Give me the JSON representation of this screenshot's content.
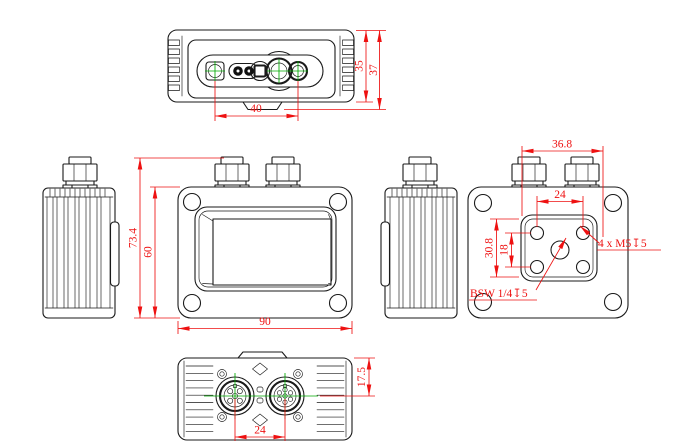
{
  "dimensions": {
    "top": {
      "optics_spacing": "40",
      "body_height": "35",
      "overall_height": "37"
    },
    "front": {
      "overall_height": "73.4",
      "body_height": "60",
      "body_width": "90"
    },
    "back": {
      "connector_spacing": "36.8",
      "hole_spacing_horizontal": "24",
      "boss_height": "30.8",
      "hole_spacing_vertical": "18",
      "corner_holes_note": "4 x M5↧5",
      "center_hole_note": "BSW 1/4↧5"
    },
    "bottom": {
      "connector_spacing": "24",
      "connector_offset": "17.5"
    }
  },
  "colors": {
    "outline": "#1a1a1a",
    "dimension_red": "#ee1111",
    "centerline_green": "#00aa00",
    "background": "#ffffff"
  }
}
